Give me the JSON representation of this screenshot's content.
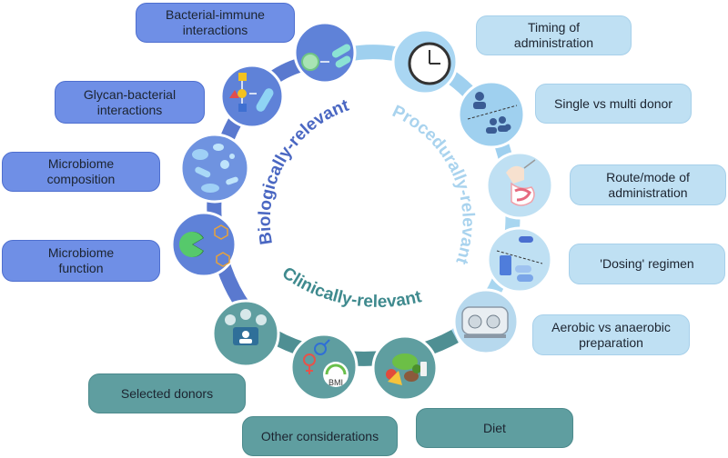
{
  "categories": {
    "biological": "Biologically-relevant",
    "procedural": "Procedurally-relevant",
    "clinical": "Clinically-relevant"
  },
  "labels": {
    "bacterial_immune": "Bacterial-immune\ninteractions",
    "glycan_bacterial": "Glycan-bacterial\ninteractions",
    "microbiome_composition": "Microbiome\ncomposition",
    "microbiome_function": "Microbiome\nfunction",
    "selected_donors": "Selected donors",
    "other_considerations": "Other considerations",
    "diet": "Diet",
    "timing": "Timing of\nadministration",
    "single_multi_donor": "Single vs multi donor",
    "route_mode": "Route/mode of\nadministration",
    "dosing_regimen": "'Dosing' regimen",
    "aerobic_anaerobic": "Aerobic vs anaerobic\npreparation"
  },
  "icon_text": {
    "bmi": "BMI"
  },
  "colors": {
    "biological": "#6f8fe6",
    "procedural": "#bfe0f3",
    "clinical": "#5f9ea0"
  }
}
